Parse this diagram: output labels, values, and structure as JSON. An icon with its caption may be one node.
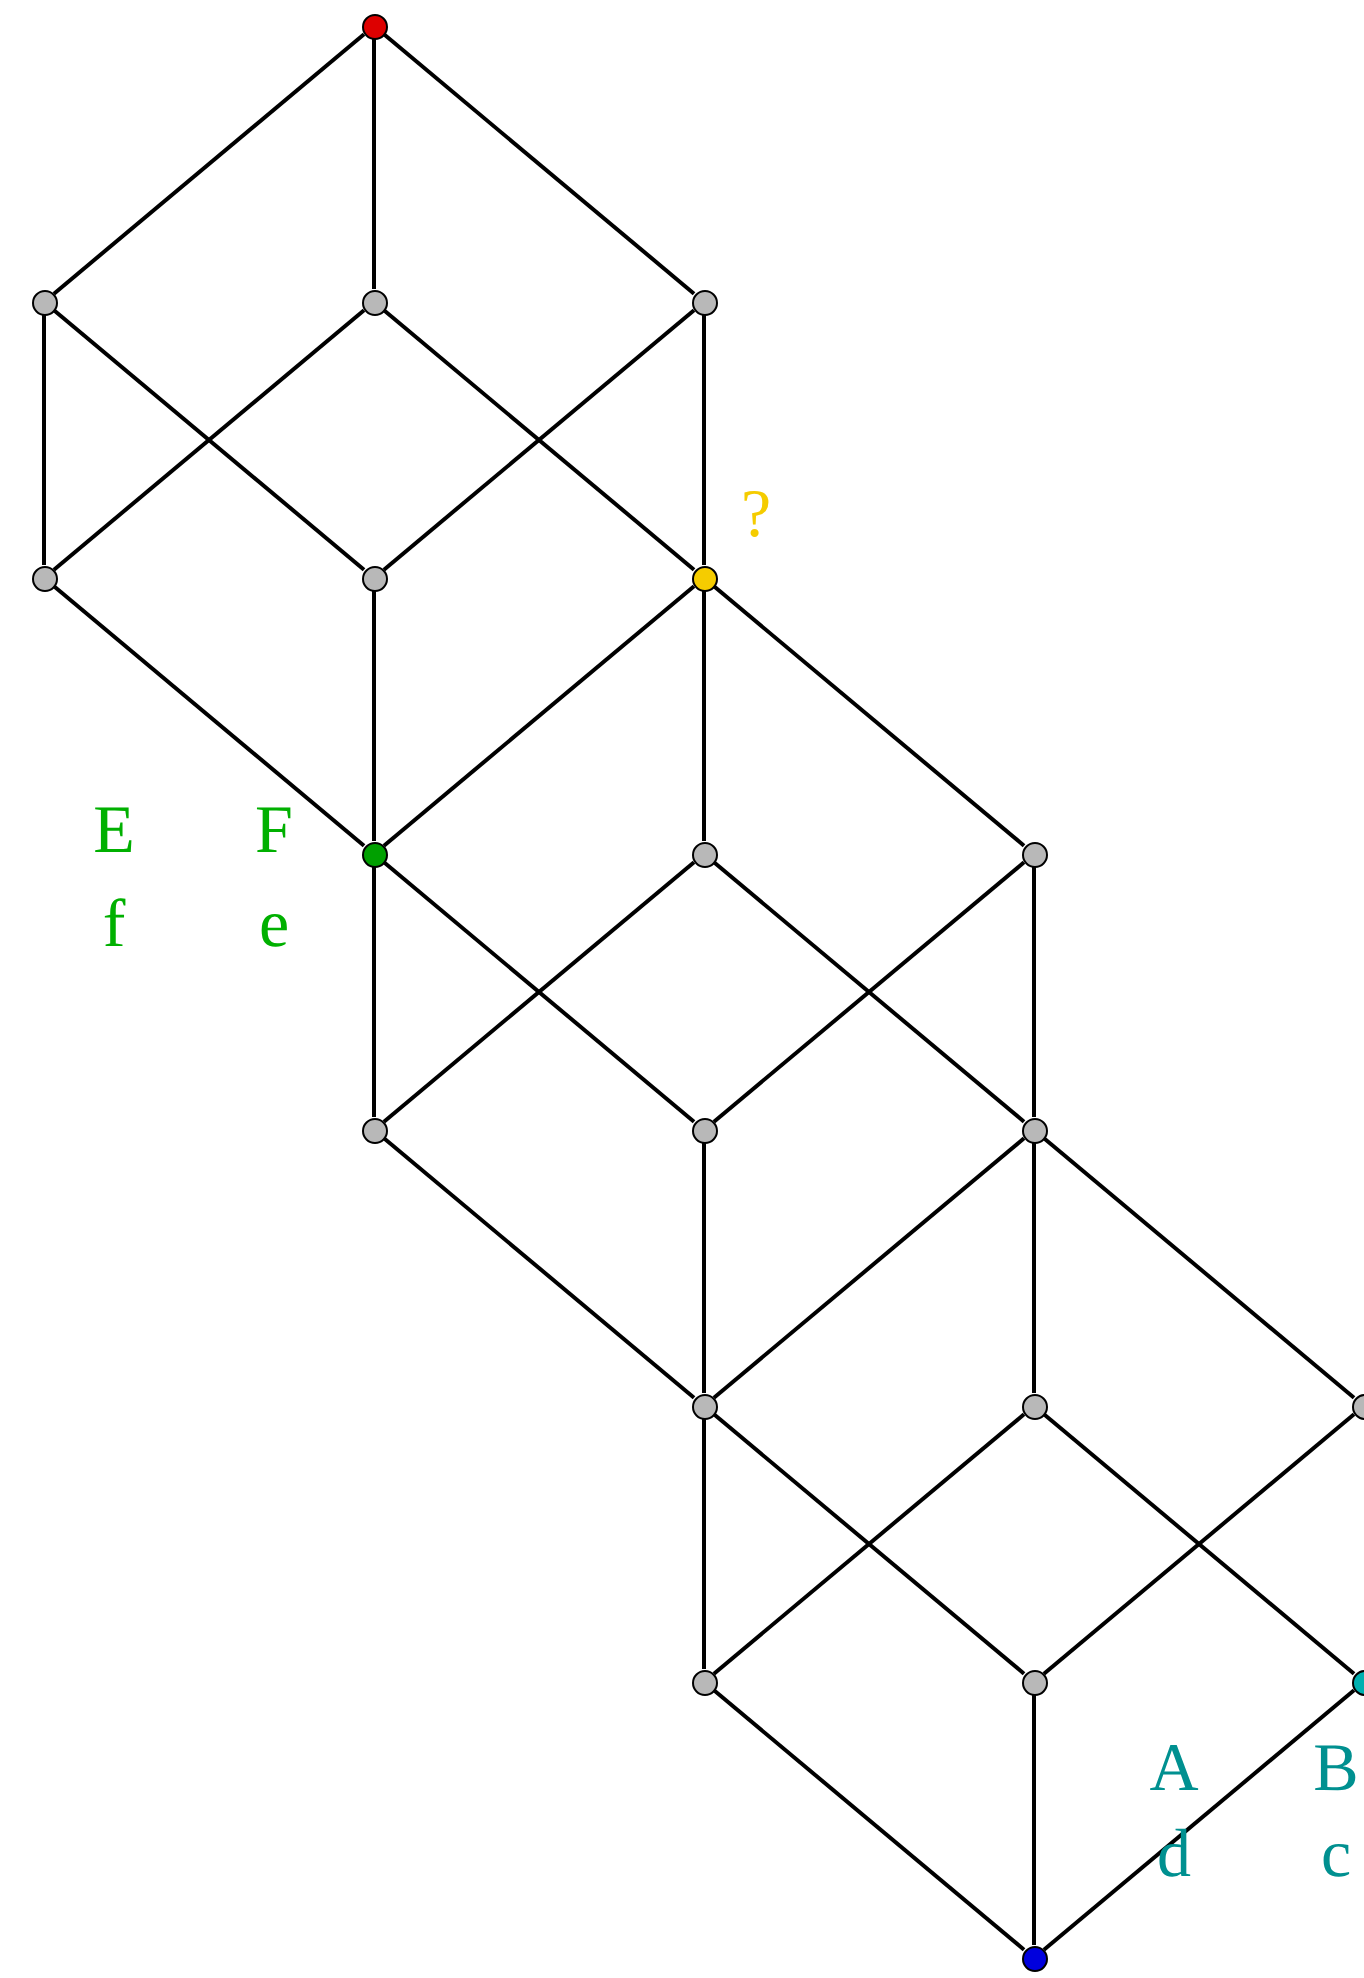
{
  "diagram": {
    "nodes": [
      {
        "text": [],
        "shape": "circle"
      },
      {
        "text": [],
        "shape": "circle"
      },
      {
        "text": [],
        "shape": "circle"
      },
      {
        "text": [],
        "shape": "circle"
      },
      {
        "text": [],
        "shape": "circle"
      },
      {
        "text": [],
        "shape": "circle"
      },
      {
        "text": [],
        "shape": "circle"
      },
      {
        "text": [],
        "shape": "circle"
      },
      {
        "text": [],
        "shape": "circle"
      },
      {
        "text": [],
        "shape": "circle"
      },
      {
        "text": [],
        "shape": "circle"
      },
      {
        "text": [],
        "shape": "circle"
      },
      {
        "text": [],
        "shape": "circle"
      },
      {
        "text": [],
        "shape": "circle"
      },
      {
        "text": [],
        "shape": "circle"
      },
      {
        "text": [],
        "shape": "circle"
      },
      {
        "text": [],
        "shape": "circle"
      },
      {
        "text": [],
        "shape": "circle"
      },
      {
        "text": [],
        "shape": "circle"
      },
      {
        "text": [],
        "shape": "circle"
      }
    ],
    "edges": [
      {
        "from": 0,
        "to": 1,
        "arrow": "none"
      },
      {
        "from": 0,
        "to": 2,
        "arrow": "none"
      },
      {
        "from": 0,
        "to": 3,
        "arrow": "none"
      },
      {
        "from": 1,
        "to": 4,
        "arrow": "none"
      },
      {
        "from": 1,
        "to": 5,
        "arrow": "none"
      },
      {
        "from": 2,
        "to": 4,
        "arrow": "none"
      },
      {
        "from": 2,
        "to": 6,
        "arrow": "none"
      },
      {
        "from": 3,
        "to": 5,
        "arrow": "none"
      },
      {
        "from": 3,
        "to": 6,
        "arrow": "none"
      },
      {
        "from": 4,
        "to": 7,
        "arrow": "none"
      },
      {
        "from": 5,
        "to": 7,
        "arrow": "none"
      },
      {
        "from": 6,
        "to": 7,
        "arrow": "none"
      },
      {
        "from": 6,
        "to": 8,
        "arrow": "none"
      },
      {
        "from": 6,
        "to": 9,
        "arrow": "none"
      },
      {
        "from": 7,
        "to": 10,
        "arrow": "none"
      },
      {
        "from": 7,
        "to": 11,
        "arrow": "none"
      },
      {
        "from": 8,
        "to": 10,
        "arrow": "none"
      },
      {
        "from": 8,
        "to": 12,
        "arrow": "none"
      },
      {
        "from": 9,
        "to": 11,
        "arrow": "none"
      },
      {
        "from": 9,
        "to": 12,
        "arrow": "none"
      },
      {
        "from": 10,
        "to": 13,
        "arrow": "none"
      },
      {
        "from": 11,
        "to": 13,
        "arrow": "none"
      },
      {
        "from": 12,
        "to": 13,
        "arrow": "none"
      },
      {
        "from": 12,
        "to": 14,
        "arrow": "none"
      },
      {
        "from": 12,
        "to": 15,
        "arrow": "none"
      },
      {
        "from": 13,
        "to": 16,
        "arrow": "none"
      },
      {
        "from": 13,
        "to": 17,
        "arrow": "none"
      },
      {
        "from": 14,
        "to": 16,
        "arrow": "none"
      },
      {
        "from": 14,
        "to": 18,
        "arrow": "none"
      },
      {
        "from": 15,
        "to": 17,
        "arrow": "none"
      },
      {
        "from": 16,
        "to": 19,
        "arrow": "none"
      },
      {
        "from": 17,
        "to": 19,
        "arrow": "none"
      },
      {
        "from": 18,
        "to": 19,
        "arrow": "none"
      }
    ],
    "labels": [
      "?",
      "E",
      "F",
      "f",
      "e",
      "A",
      "B",
      "d",
      "c"
    ]
  }
}
